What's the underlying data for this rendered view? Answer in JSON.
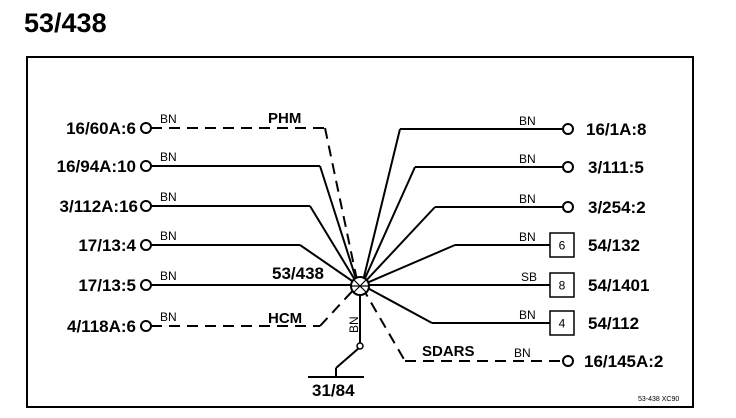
{
  "title": "53/438",
  "splice_label": "53/438",
  "ground_label": "31/84",
  "footnote": "53-438 XC90",
  "left_terminals": [
    {
      "label": "16/60A:6",
      "wire": "BN",
      "group": "PHM"
    },
    {
      "label": "16/94A:10",
      "wire": "BN"
    },
    {
      "label": "3/112A:16",
      "wire": "BN"
    },
    {
      "label": "17/13:4",
      "wire": "BN"
    },
    {
      "label": "17/13:5",
      "wire": "BN"
    },
    {
      "label": "4/118A:6",
      "wire": "BN",
      "group": "HCM"
    }
  ],
  "right_terminals": [
    {
      "label": "16/1A:8",
      "wire": "BN"
    },
    {
      "label": "3/111:5",
      "wire": "BN"
    },
    {
      "label": "3/254:2",
      "wire": "BN"
    },
    {
      "label": "54/132",
      "wire": "BN",
      "pin": "6"
    },
    {
      "label": "54/1401",
      "wire": "SB",
      "pin": "8"
    },
    {
      "label": "54/112",
      "wire": "BN",
      "pin": "4"
    },
    {
      "label": "16/145A:2",
      "wire": "BN",
      "group": "SDARS"
    }
  ],
  "groups": {
    "phm": "PHM",
    "hcm": "HCM",
    "sdars": "SDARS"
  },
  "ground_wire": "BN"
}
